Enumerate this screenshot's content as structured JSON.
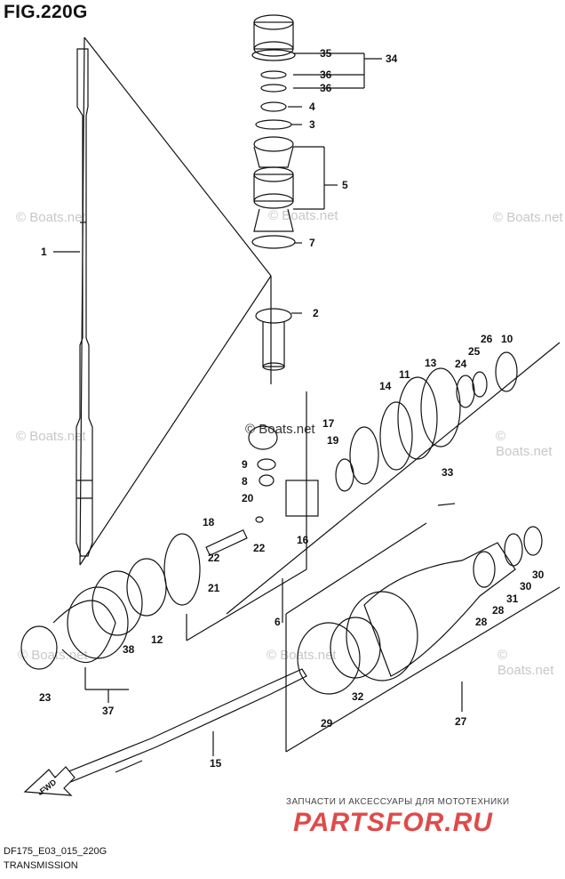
{
  "header": {
    "title": "FIG.220G"
  },
  "footer": {
    "code": "DF175_E03_015_220G",
    "section": "TRANSMISSION"
  },
  "branding": {
    "ru_text": "ЗАПЧАСТИ И АКСЕССУАРЫ ДЛЯ МОТОТЕХНИКИ",
    "logo_text": "PARTSFOR.RU",
    "color": "#e04a4a"
  },
  "watermark": {
    "text": "© Boats.net"
  },
  "direction_arrow": {
    "label": "FWD"
  },
  "callouts": [
    "1",
    "2",
    "3",
    "4",
    "5",
    "6",
    "7",
    "8",
    "9",
    "10",
    "11",
    "12",
    "13",
    "14",
    "15",
    "16",
    "17",
    "18",
    "19",
    "20",
    "21",
    "22",
    "22",
    "23",
    "24",
    "25",
    "26",
    "27",
    "28",
    "28",
    "29",
    "30",
    "30",
    "31",
    "32",
    "33",
    "34",
    "35",
    "36",
    "36",
    "37",
    "38"
  ]
}
